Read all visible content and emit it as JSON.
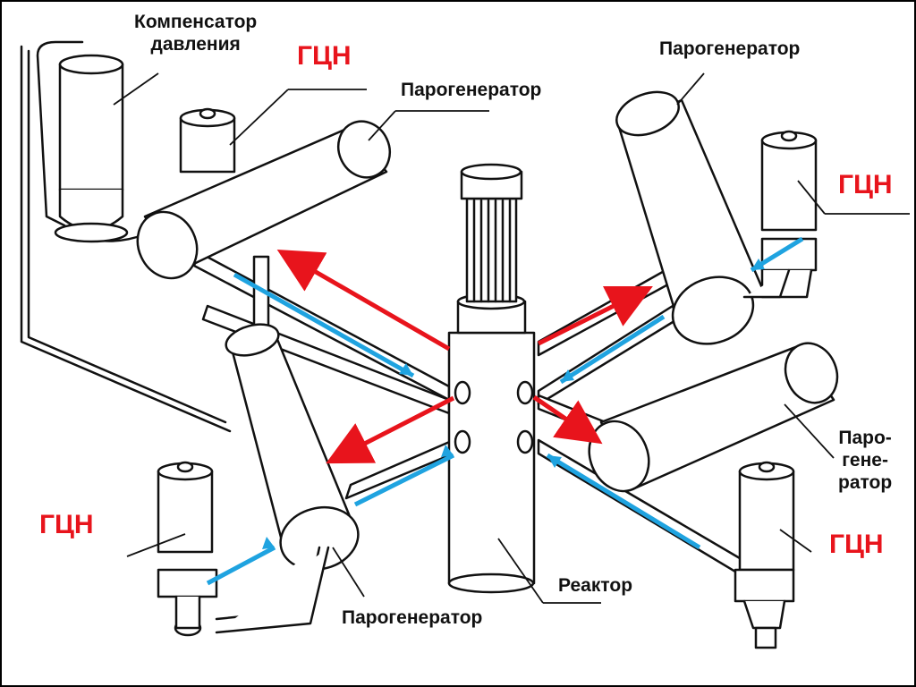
{
  "labels": {
    "compensator_line1": "Компенсатор",
    "compensator_line2": "давления",
    "sg_top_center": "Парогенератор",
    "sg_top_right": "Парогенератор",
    "sg_right_line1": "Паро-",
    "sg_right_line2": "гене-",
    "sg_right_line3": "ратор",
    "sg_bottom": "Парогенератор",
    "reactor": "Реактор",
    "gcn_top": "ГЦН",
    "gcn_right": "ГЦН",
    "gcn_left": "ГЦН",
    "gcn_bottom_right": "ГЦН"
  },
  "colors": {
    "hot_leg": "#e8141c",
    "cold_leg": "#1fa3e0",
    "gcn_text": "#e8141c",
    "line": "#111111"
  }
}
